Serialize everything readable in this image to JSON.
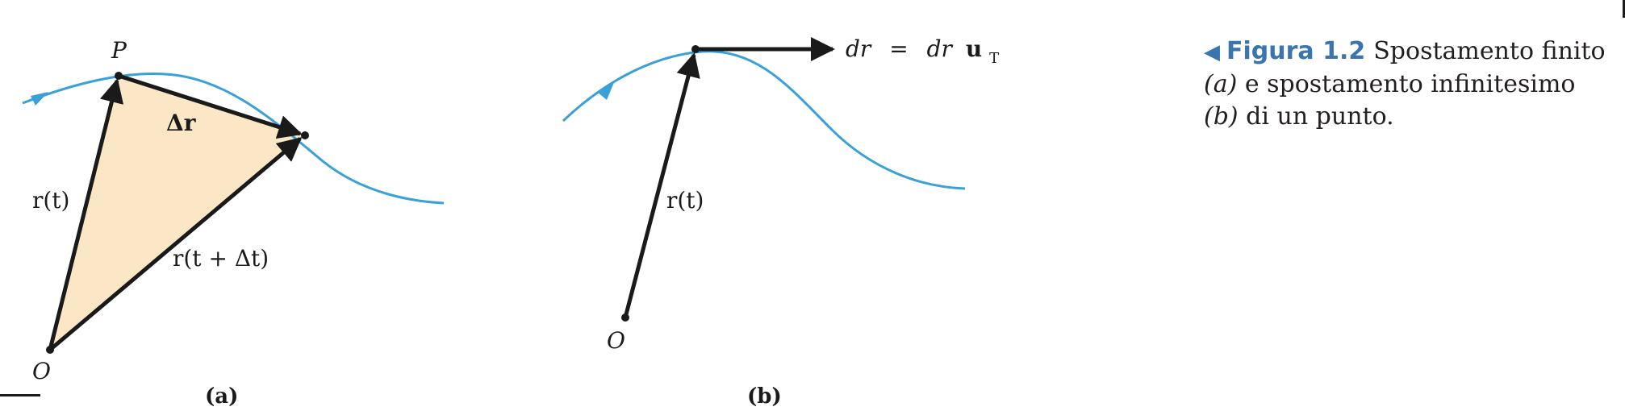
{
  "figure": {
    "panel_a": {
      "label": "(a)",
      "point_P": "P",
      "origin": "O",
      "vec_r_t": "r(t)",
      "vec_delta_r": "Δr",
      "vec_r_t_dt": "r(t + Δt)"
    },
    "panel_b": {
      "label": "(b)",
      "origin": "O",
      "vec_r_t": "r(t)",
      "dr_lhs": "dr",
      "dr_eq": "=",
      "dr_rhs": "dr",
      "unit_vec": "u",
      "unit_sub": "T"
    },
    "caption": {
      "marker": "◀",
      "title": "Figura 1.2",
      "line1_rest": "Spostamento finito",
      "line2_a": "(a)",
      "line2_rest": " e spostamento infinitesimo",
      "line3_b": "(b)",
      "line3_rest": " di un punto."
    }
  },
  "colors": {
    "curve": "#3aa0d8",
    "triangle_fill": "#fbe7c6",
    "vector": "#1a1a1a",
    "caption_accent": "#3a75b0"
  }
}
